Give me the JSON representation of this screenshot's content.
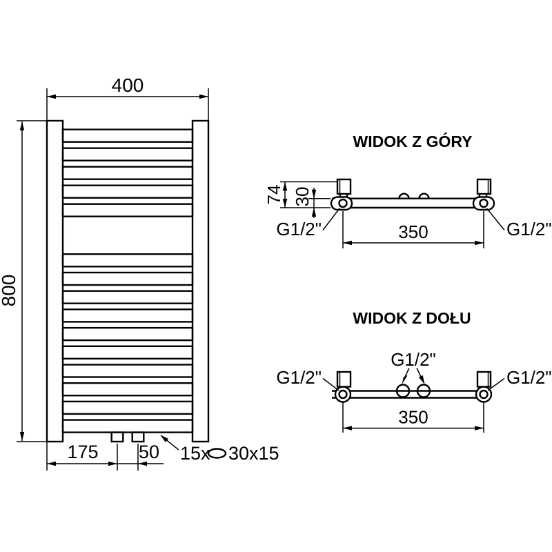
{
  "drawing": {
    "front_view": {
      "width_mm": "400",
      "height_mm": "800",
      "bottom_offset_left_mm": "175",
      "bottom_center_spacing_mm": "50",
      "tube_count_label": "15x",
      "tube_profile_label": "30x15"
    },
    "top_view": {
      "title": "WIDOK Z GÓRY",
      "total_depth_mm": "74",
      "tube_depth_mm": "30",
      "connection_spacing_mm": "350",
      "thread_left": "G1/2\"",
      "thread_right": "G1/2\""
    },
    "bottom_view": {
      "title": "WIDOK Z DOŁU",
      "connection_spacing_mm": "350",
      "thread_left": "G1/2\"",
      "thread_center": "G1/2\"",
      "thread_right": "G1/2\""
    }
  },
  "colors": {
    "line": "#000000",
    "background": "#ffffff"
  }
}
